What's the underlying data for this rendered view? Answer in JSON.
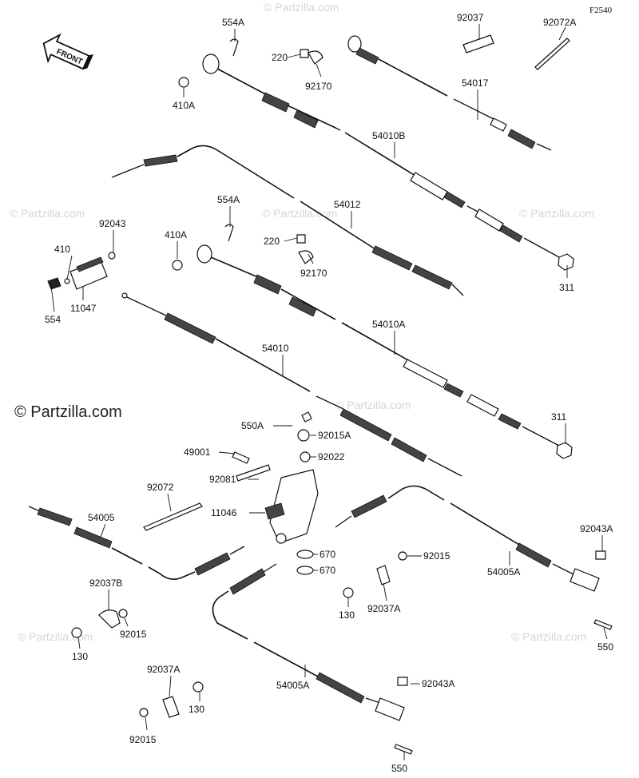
{
  "figure_code": "F2540",
  "direction_arrow": "FRONT",
  "watermark_text": "© Partzilla.com",
  "labels": {
    "l554A_top": "554A",
    "l220_top": "220",
    "l92170_top": "92170",
    "l410A_top": "410A",
    "l92037_top": "92037",
    "l92072A": "92072A",
    "l54017": "54017",
    "l54010B": "54010B",
    "l554A_mid": "554A",
    "l54012": "54012",
    "l92043": "92043",
    "l410": "410",
    "l410A_mid": "410A",
    "l220_mid": "220",
    "l92170_mid": "92170",
    "l11047": "11047",
    "l554": "554",
    "l311_top": "311",
    "l54010A": "54010A",
    "l54010": "54010",
    "l311_bot": "311",
    "l550A": "550A",
    "l92015A": "92015A",
    "l49001": "49001",
    "l92022": "92022",
    "l92081": "92081",
    "l92072": "92072",
    "l11046": "11046",
    "l54005": "54005",
    "l670_a": "670",
    "l670_b": "670",
    "l92015_mid": "92015",
    "l92043A_right": "92043A",
    "l54005A_right": "54005A",
    "l130_mid": "130",
    "l92037A_mid": "92037A",
    "l92037B": "92037B",
    "l92015_left": "92015",
    "l130_left": "130",
    "l550_right": "550",
    "l92037A_bot": "92037A",
    "l130_bot": "130",
    "l54005A_bot": "54005A",
    "l92043A_bot": "92043A",
    "l92015_bot": "92015",
    "l550_bot": "550"
  }
}
